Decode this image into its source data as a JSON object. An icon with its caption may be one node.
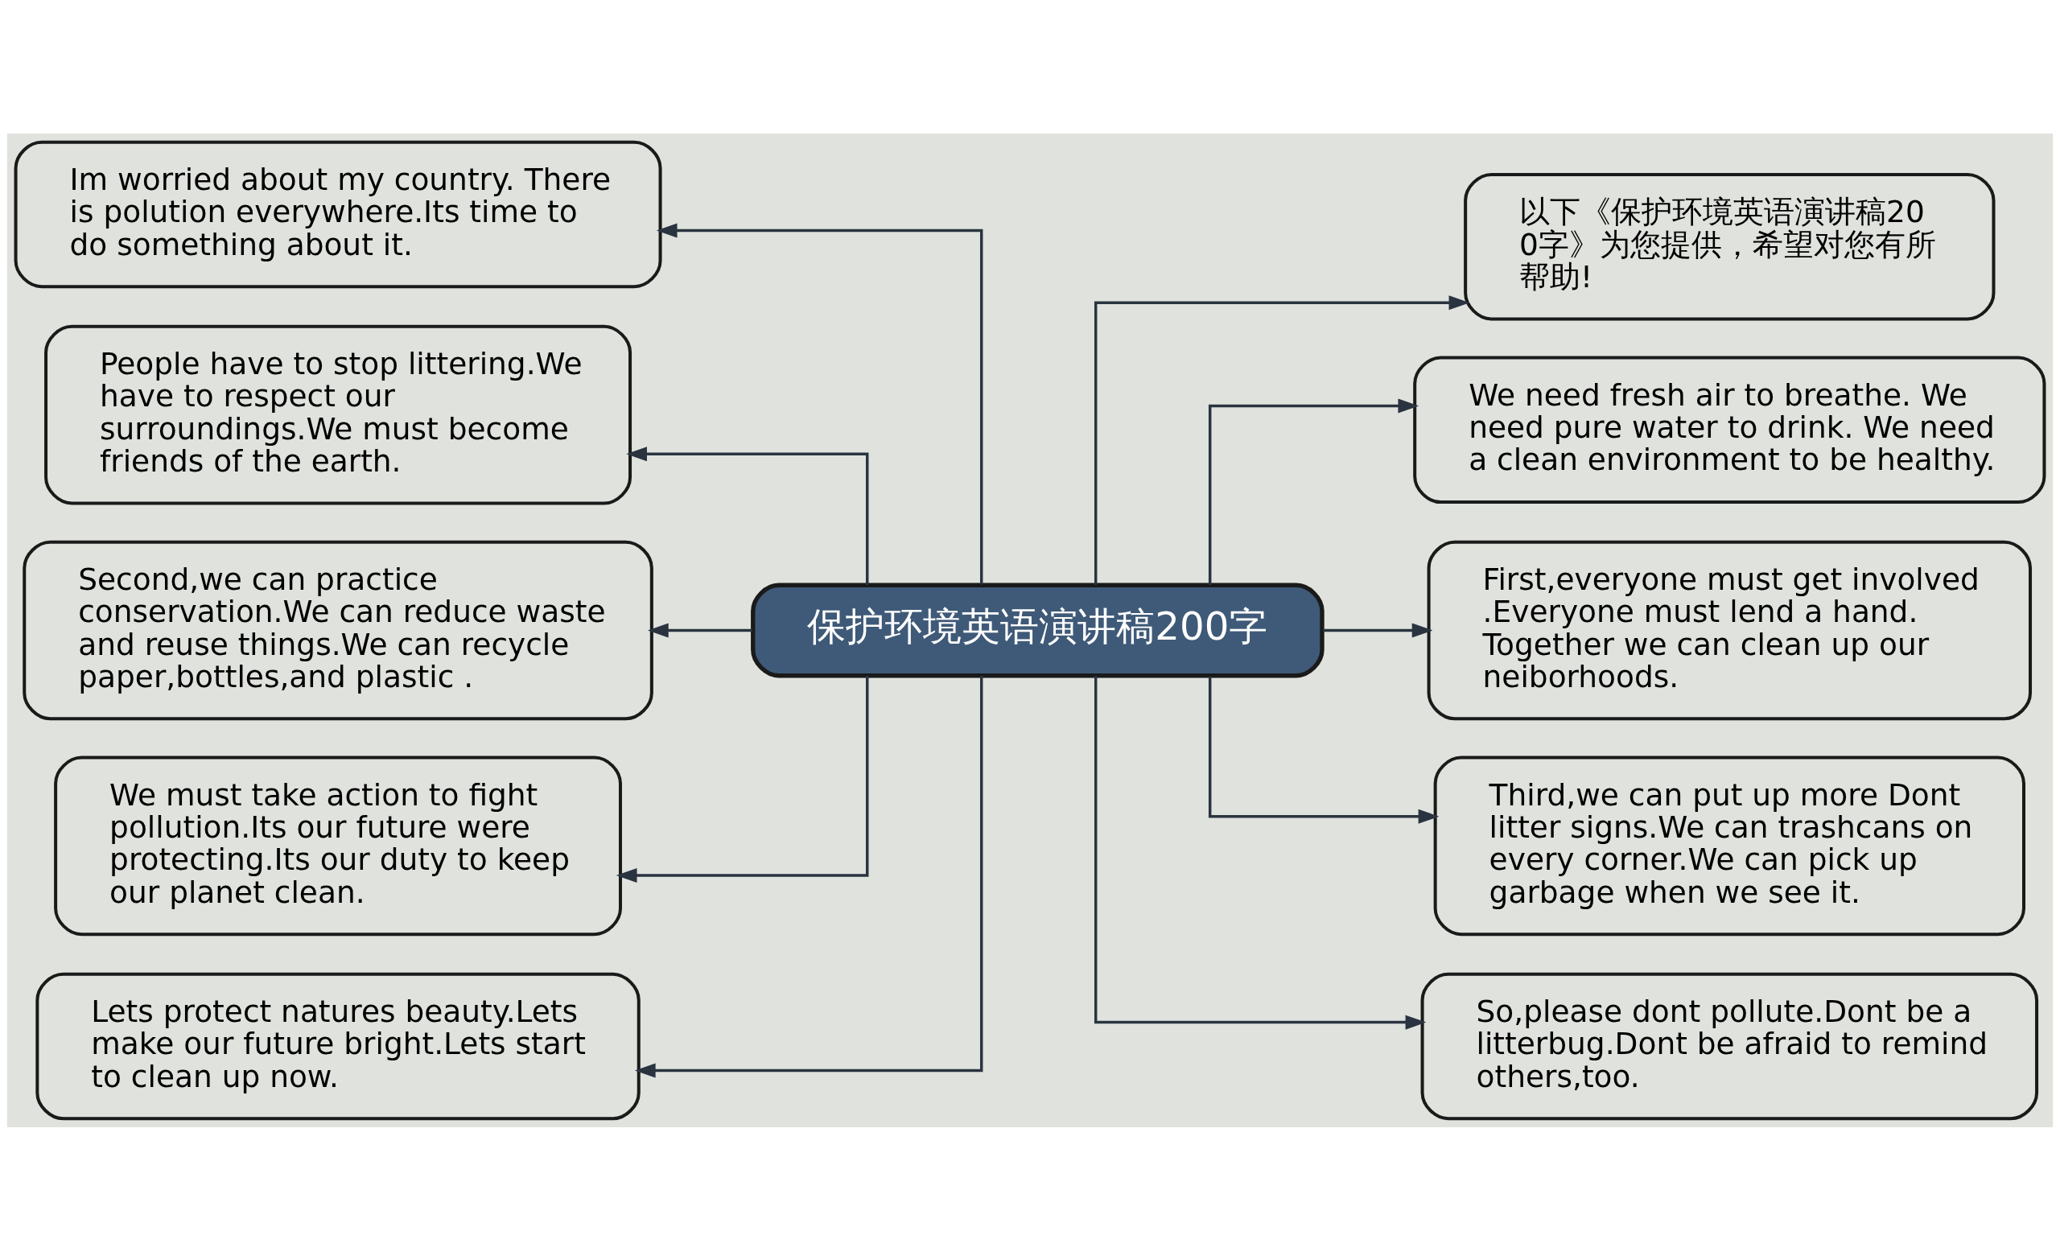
{
  "diagram": {
    "nodes": [
      {
        "text": [
          "保护环境英语演讲稿200字"
        ]
      },
      {
        "text": [
          "Im worried about my country. There is polution everywhere.Its time to do something about it."
        ]
      },
      {
        "text": [
          "People have to stop littering.We have to respect our surroundings.We must become friends of the earth."
        ]
      },
      {
        "text": [
          "Second,we can practice conservation.We can reduce waste and reuse things.We can recycle paper,bottles,and plastic ."
        ]
      },
      {
        "text": [
          "We must take action to fight pollution.Its our future were protecting.Its our duty to keep our planet clean."
        ]
      },
      {
        "text": [
          "Lets protect natures beauty.Lets make our future bright.Lets start to clean up now."
        ]
      },
      {
        "text": [
          "以下《保护环境英语演讲稿200字》为您提供，希望对您有所帮助!"
        ]
      },
      {
        "text": [
          "We need fresh air to breathe. We need pure water to drink. We need a clean environment to be healthy."
        ]
      },
      {
        "text": [
          "First,everyone must get involved .Everyone must lend a hand. Together we can clean up our neiborhoods."
        ]
      },
      {
        "text": [
          "Third,we can put up more Dont litter signs.We can trashcans on every corner.We can pick up garbage when we see it."
        ]
      },
      {
        "text": [
          "So,please dont pollute.Dont be a litterbug.Dont be afraid to remind others,too."
        ]
      }
    ],
    "edges": [
      {
        "from": 0,
        "to": 1,
        "arrow": "to"
      },
      {
        "from": 0,
        "to": 2,
        "arrow": "to"
      },
      {
        "from": 0,
        "to": 3,
        "arrow": "to"
      },
      {
        "from": 0,
        "to": 4,
        "arrow": "to"
      },
      {
        "from": 0,
        "to": 5,
        "arrow": "to"
      },
      {
        "from": 0,
        "to": 6,
        "arrow": "to"
      },
      {
        "from": 0,
        "to": 7,
        "arrow": "to"
      },
      {
        "from": 0,
        "to": 8,
        "arrow": "to"
      },
      {
        "from": 0,
        "to": 9,
        "arrow": "to"
      },
      {
        "from": 0,
        "to": 10,
        "arrow": "to"
      }
    ]
  }
}
